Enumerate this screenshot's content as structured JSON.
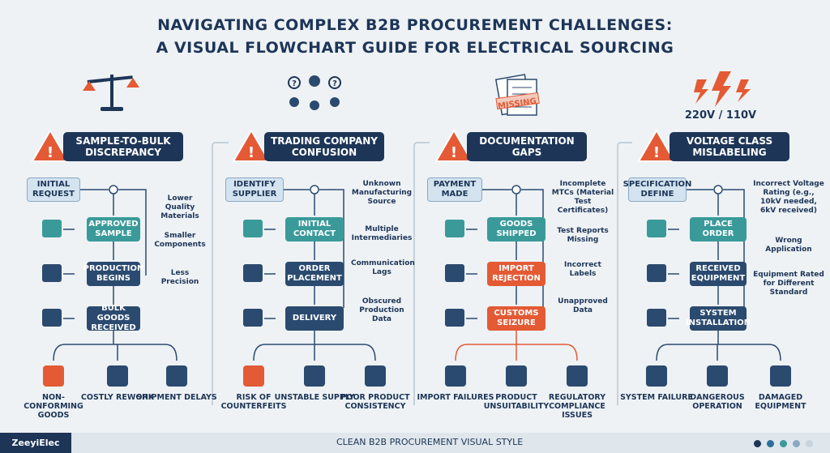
{
  "title": {
    "line1": "NAVIGATING COMPLEX B2B PROCUREMENT CHALLENGES:",
    "line2": "A VISUAL FLOWCHART GUIDE FOR ELECTRICAL SOURCING"
  },
  "columns": [
    {
      "heading": "SAMPLE-TO-BULK DISCREPANCY",
      "steps": [
        "INITIAL REQUEST",
        "APPROVED SAMPLE",
        "PRODUCTION BEGINS",
        "BULK GOODS RECEIVED"
      ],
      "factors": [
        "Lower Quality Materials",
        "Smaller Components",
        "Less Precision"
      ],
      "outcomes": [
        "NON-CONFORMING GOODS",
        "COSTLY REWORK",
        "SHIPMENT DELAYS"
      ]
    },
    {
      "heading": "TRADING COMPANY CONFUSION",
      "steps": [
        "IDENTIFY SUPPLIER",
        "INITIAL CONTACT",
        "ORDER PLACEMENT",
        "DELIVERY"
      ],
      "factors": [
        "Unknown Manufacturing Source",
        "Multiple Intermediaries",
        "Communication Lags",
        "Obscured Production Data"
      ],
      "outcomes": [
        "RISK OF COUNTERFEITS",
        "UNSTABLE SUPPLY",
        "POOR PRODUCT CONSISTENCY"
      ]
    },
    {
      "heading": "DOCUMENTATION GAPS",
      "icon_label": "MISSING",
      "steps": [
        "PAYMENT MADE",
        "GOODS SHIPPED",
        "IMPORT REJECTION",
        "CUSTOMS SEIZURE"
      ],
      "factors": [
        "Incomplete MTCs (Material Test Certificates)",
        "Test Reports Missing",
        "Incorrect Labels",
        "Unapproved Data"
      ],
      "outcomes": [
        "IMPORT FAILURES",
        "PRODUCT UNSUITABILITY",
        "REGULATORY COMPLIANCE ISSUES"
      ]
    },
    {
      "heading": "VOLTAGE CLASS MISLABELING",
      "icon_label": "220V / 110V",
      "steps": [
        "SPECIFICATION DEFINE",
        "PLACE ORDER",
        "RECEIVED EQUIPMENT",
        "SYSTEM INSTALLATION"
      ],
      "factors": [
        "Incorrect Voltage Rating (e.g., 10kV needed, 6kV received)",
        "Wrong Application",
        "Equipment Rated for Different Standard"
      ],
      "outcomes": [
        "SYSTEM FAILURE",
        "DANGEROUS OPERATION",
        "DAMAGED EQUIPMENT"
      ]
    }
  ],
  "footer": {
    "brand": "ZeeyiElec",
    "caption": "CLEAN B2B PROCUREMENT VISUAL STYLE"
  },
  "colors": {
    "navy": "#1d3557",
    "teal": "#3a9a9a",
    "red": "#e35a35",
    "background": "#eef2f5"
  }
}
